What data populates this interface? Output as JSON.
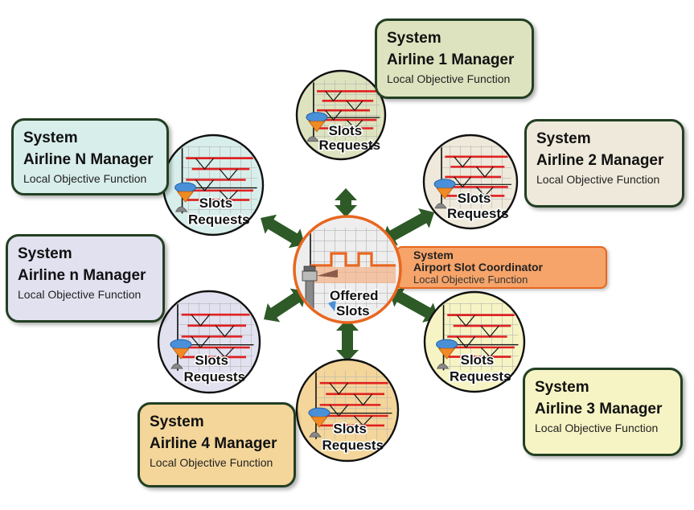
{
  "center": {
    "sys": "System",
    "name": "Airport Slot Coordinator",
    "fn": "Local Objective Function",
    "circle_line1": "Offered",
    "circle_line2": "Slots",
    "accent": "#e8661f",
    "fill": "#f6a46a"
  },
  "airlines": [
    {
      "id": "airline-1",
      "sys": "System",
      "name": "Airline 1 Manager",
      "fn": "Local Objective Function",
      "color": "#dde3bf"
    },
    {
      "id": "airline-2",
      "sys": "System",
      "name": "Airline 2 Manager",
      "fn": "Local Objective Function",
      "color": "#eee9da"
    },
    {
      "id": "airline-3",
      "sys": "System",
      "name": "Airline 3 Manager",
      "fn": "Local Objective Function",
      "color": "#f6f4c4"
    },
    {
      "id": "airline-4",
      "sys": "System",
      "name": "Airline 4 Manager",
      "fn": "Local Objective Function",
      "color": "#f4d69a"
    },
    {
      "id": "airline-n-lower",
      "sys": "System",
      "name": "Airline n Manager",
      "fn": "Local Objective Function",
      "color": "#e2e1f0"
    },
    {
      "id": "airline-N",
      "sys": "System",
      "name": "Airline N Manager",
      "fn": "Local Objective Function",
      "color": "#d8eeea"
    }
  ],
  "circle_label": {
    "line1": "Slots",
    "line2": "Requests"
  },
  "colors": {
    "arrow": "#2d5a27",
    "box_border": "#233f23",
    "flight_line": "#e02020",
    "grid": "#b4b4b4"
  },
  "icons": [
    "radar-chart-icon",
    "airline-logo-icon",
    "control-tower-icon",
    "arrow-icon"
  ]
}
